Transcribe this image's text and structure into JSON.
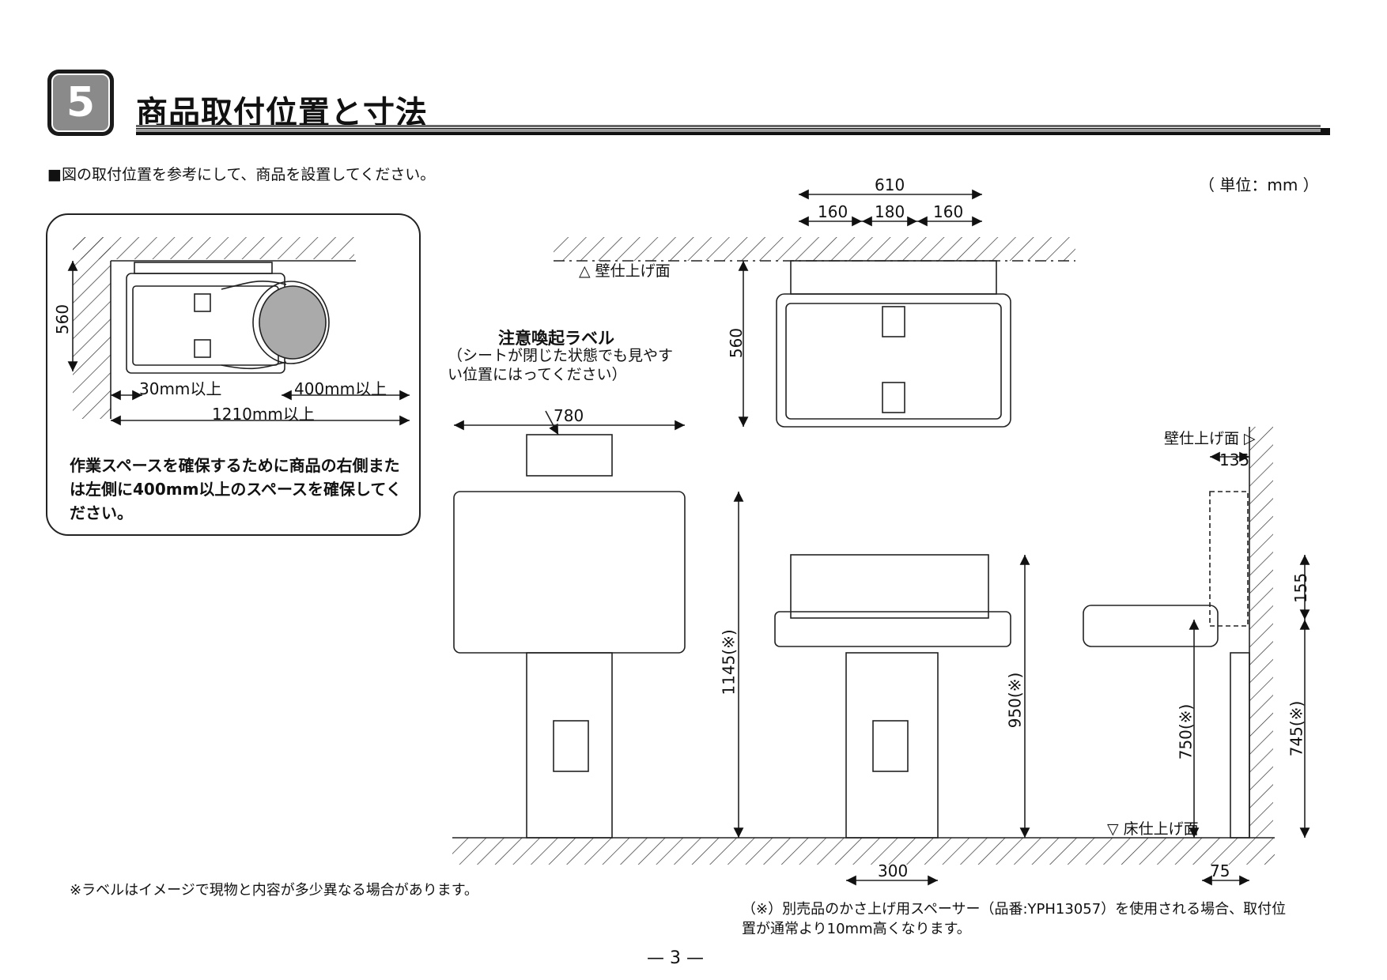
{
  "section": {
    "number": "5",
    "title": "商品取付位置と寸法"
  },
  "intro": "■図の取付位置を参考にして、商品を設置してください。",
  "unit": "（ 単位：mm ）",
  "panel": {
    "dim_depth": "560",
    "dim_left": "30mm以上",
    "dim_right": "400mm以上",
    "dim_total": "1210mm以上",
    "note": "作業スペースを確保するために商品の右側または左側に400mm以上のスペースを確保してください。"
  },
  "top_view": {
    "wall_label": "△ 壁仕上げ面",
    "dim_total": "610",
    "dim_a": "160",
    "dim_b": "180",
    "dim_c": "160",
    "dim_depth": "560"
  },
  "front_view": {
    "caution_title": "注意喚起ラベル",
    "caution_text": "（シートが閉じた状態でも見やすい位置にはってください）",
    "dim_width": "780",
    "dim_height": "1145(※)"
  },
  "open_view": {
    "dim_height": "950(※)",
    "dim_base": "300"
  },
  "side_view": {
    "wall_label": "壁仕上げ面 ▷",
    "floor_label": "▽ 床仕上げ面",
    "dim_depth": "135",
    "dim_155": "155",
    "dim_750": "750(※)",
    "dim_745": "745(※)",
    "dim_75": "75"
  },
  "footnote_label": "※ラベルはイメージで現物と内容が多少異なる場合があります。",
  "footnote_spacer": "（※）別売品のかさ上げ用スペーサー（品番:YPH13057）を使用される場合、取付位置が通常より10mm高くなります。",
  "page_number": "— 3 —"
}
